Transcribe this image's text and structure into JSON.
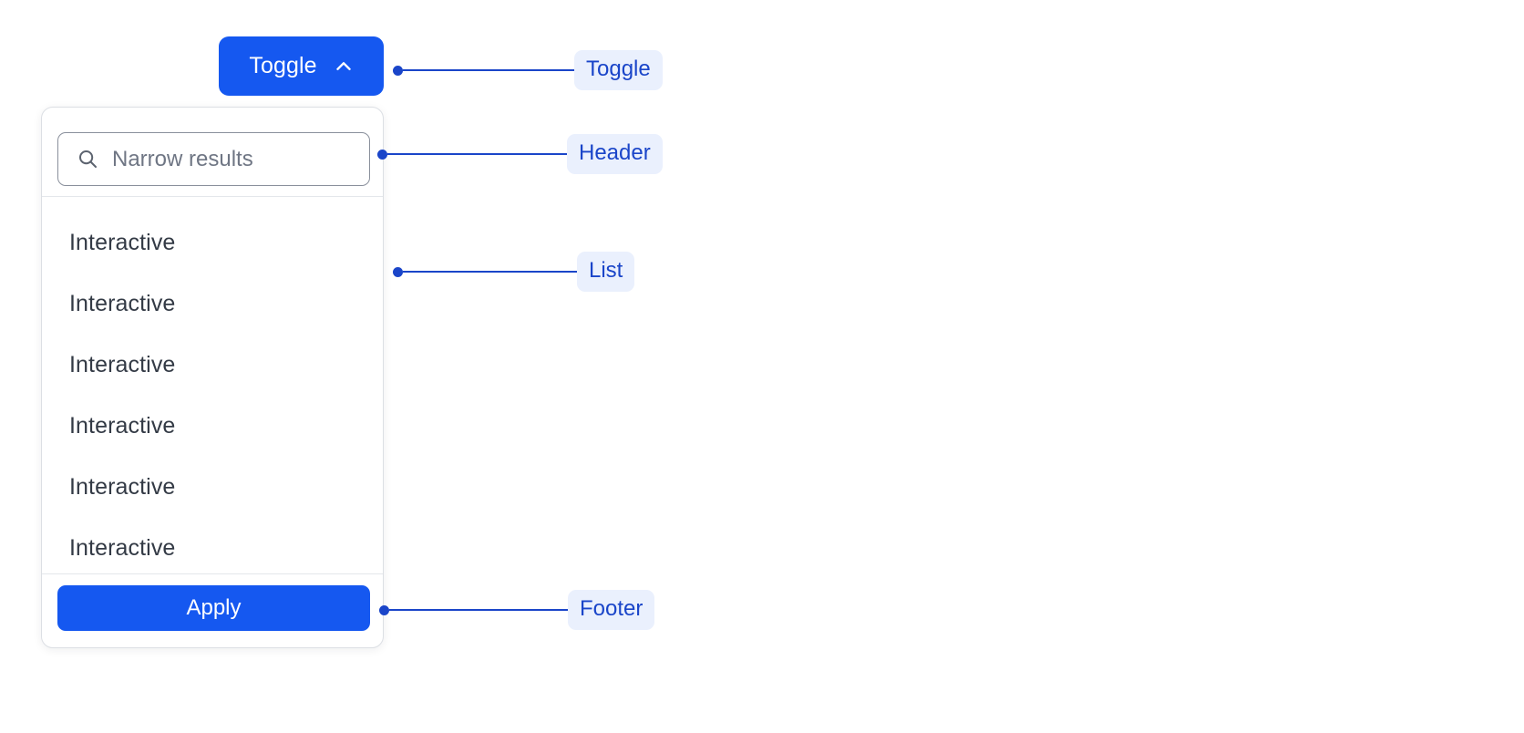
{
  "toggle": {
    "label": "Toggle",
    "icon": "chevron-up-icon"
  },
  "dropdown": {
    "header": {
      "search": {
        "icon": "search-icon",
        "placeholder": "Narrow results",
        "value": ""
      }
    },
    "list": {
      "items": [
        {
          "label": "Interactive"
        },
        {
          "label": "Interactive"
        },
        {
          "label": "Interactive"
        },
        {
          "label": "Interactive"
        },
        {
          "label": "Interactive"
        },
        {
          "label": "Interactive"
        }
      ]
    },
    "footer": {
      "apply_label": "Apply"
    }
  },
  "annotations": [
    {
      "label": "Toggle",
      "target": "toggle-button"
    },
    {
      "label": "Header",
      "target": "panel-header"
    },
    {
      "label": "List",
      "target": "panel-list"
    },
    {
      "label": "Footer",
      "target": "panel-footer"
    }
  ],
  "colors": {
    "accent_blue": "#1558f0",
    "annotation_blue": "#1a45c9",
    "annotation_chip_bg": "#eaf0fd",
    "text_dark": "#333a45",
    "placeholder_gray": "#6f7684",
    "panel_border": "#dcdfe4",
    "divider": "#e4e7eb",
    "page_background": "#ffffff"
  }
}
